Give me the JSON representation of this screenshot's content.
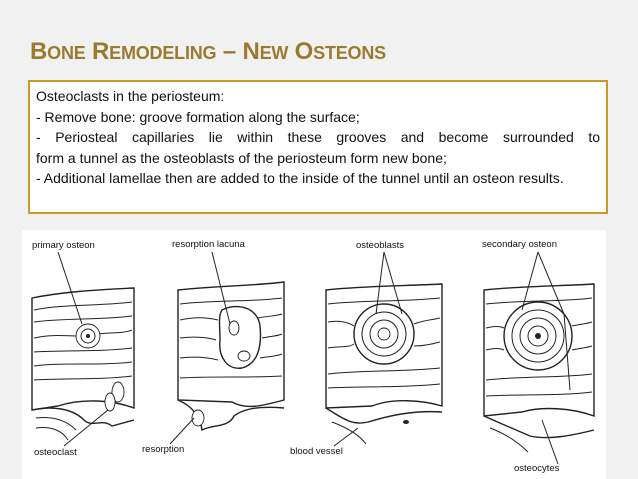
{
  "slide": {
    "title": {
      "word1_initial": "B",
      "word1_rest": "ONE",
      "word2_initial": "R",
      "word2_rest": "EMODELING",
      "dash": "–",
      "word3_initial": "N",
      "word3_rest": "EW",
      "word4_initial": "O",
      "word4_rest": "STEONS"
    },
    "body": {
      "line1": "Osteoclasts in the periosteum:",
      "line2": " - Remove bone: groove formation along the surface;",
      "line3a": " - Periosteal capillaries lie within these grooves and become surrounded to",
      "line3b": "form a tunnel as the osteoblasts of the periosteum form new bone;",
      "line4": "- Additional lamellae then are added to the inside of the tunnel until an osteon results."
    },
    "figure": {
      "labels": {
        "primary_osteon": "primary osteon",
        "resorption_lacuna": "resorption lacuna",
        "osteoblasts": "osteoblasts",
        "secondary_osteon": "secondary osteon",
        "osteoclast": "osteoclast",
        "resorption": "resorption",
        "blood_vessel": "blood vessel",
        "osteocytes": "osteocytes"
      }
    },
    "colors": {
      "title": "#9a7a2e",
      "box_border": "#c79a2a",
      "background": "#f1f1f1"
    }
  }
}
